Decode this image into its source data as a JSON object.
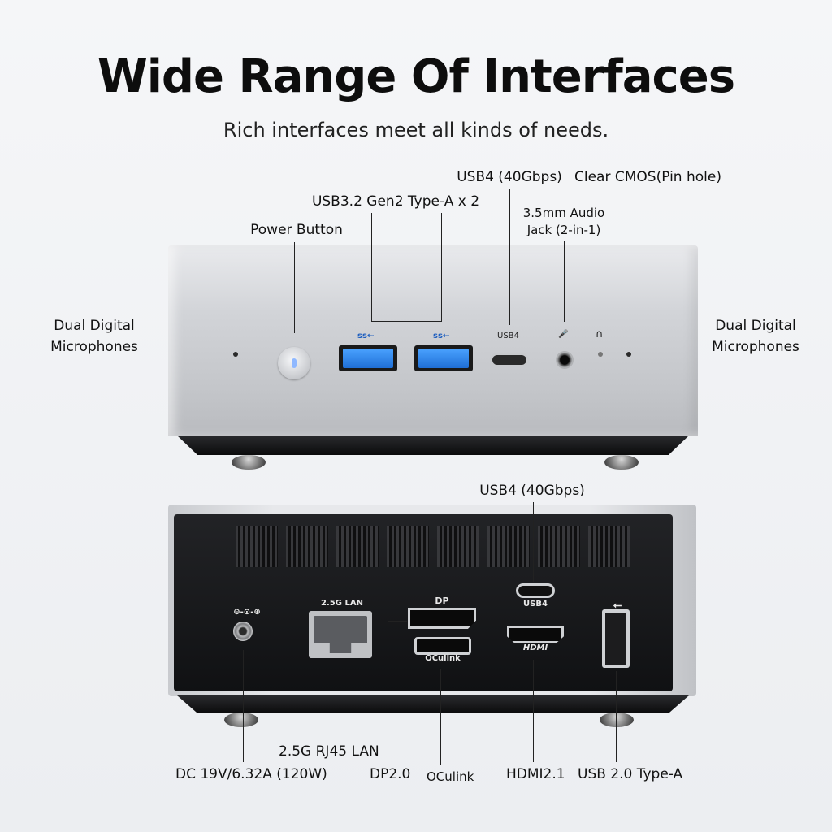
{
  "header": {
    "title": "Wide Range Of Interfaces",
    "subtitle": "Rich interfaces meet all kinds of needs."
  },
  "front": {
    "labels": {
      "power_button": "Power Button",
      "usb32": "USB3.2 Gen2 Type-A x 2",
      "usb4": "USB4 (40Gbps)",
      "audio_line1": "3.5mm Audio",
      "audio_line2": "Jack (2-in-1)",
      "cmos": "Clear CMOS(Pin hole)",
      "mic_left_line1": "Dual Digital",
      "mic_left_line2": "Microphones",
      "mic_right_line1": "Dual Digital",
      "mic_right_line2": "Microphones"
    },
    "port_marks": {
      "ss1": "ss⇠",
      "ss2": "ss⇠",
      "usb4": "USB4",
      "mic_icon": "🎤",
      "cmos_icon": "∩"
    }
  },
  "rear": {
    "labels": {
      "usb4": "USB4 (40Gbps)",
      "lan": "2.5G RJ45 LAN",
      "dc": "DC 19V/6.32A (120W)",
      "dp": "DP2.0",
      "oculink": "OCulink",
      "hdmi": "HDMI2.1",
      "usb2": "USB 2.0 Type-A"
    },
    "port_marks": {
      "dc_symbol": "⊖-⊙-⊕",
      "lan": "2.5G LAN",
      "dp": "DP",
      "oculink": "OCulink",
      "usb4": "USB4",
      "hdmi": "HDMI",
      "usb_symbol": "⭠"
    }
  },
  "colors": {
    "usb3_blue": "#2f86f0",
    "chassis_silver": "#cfd1d5",
    "panel_black": "#141517"
  }
}
